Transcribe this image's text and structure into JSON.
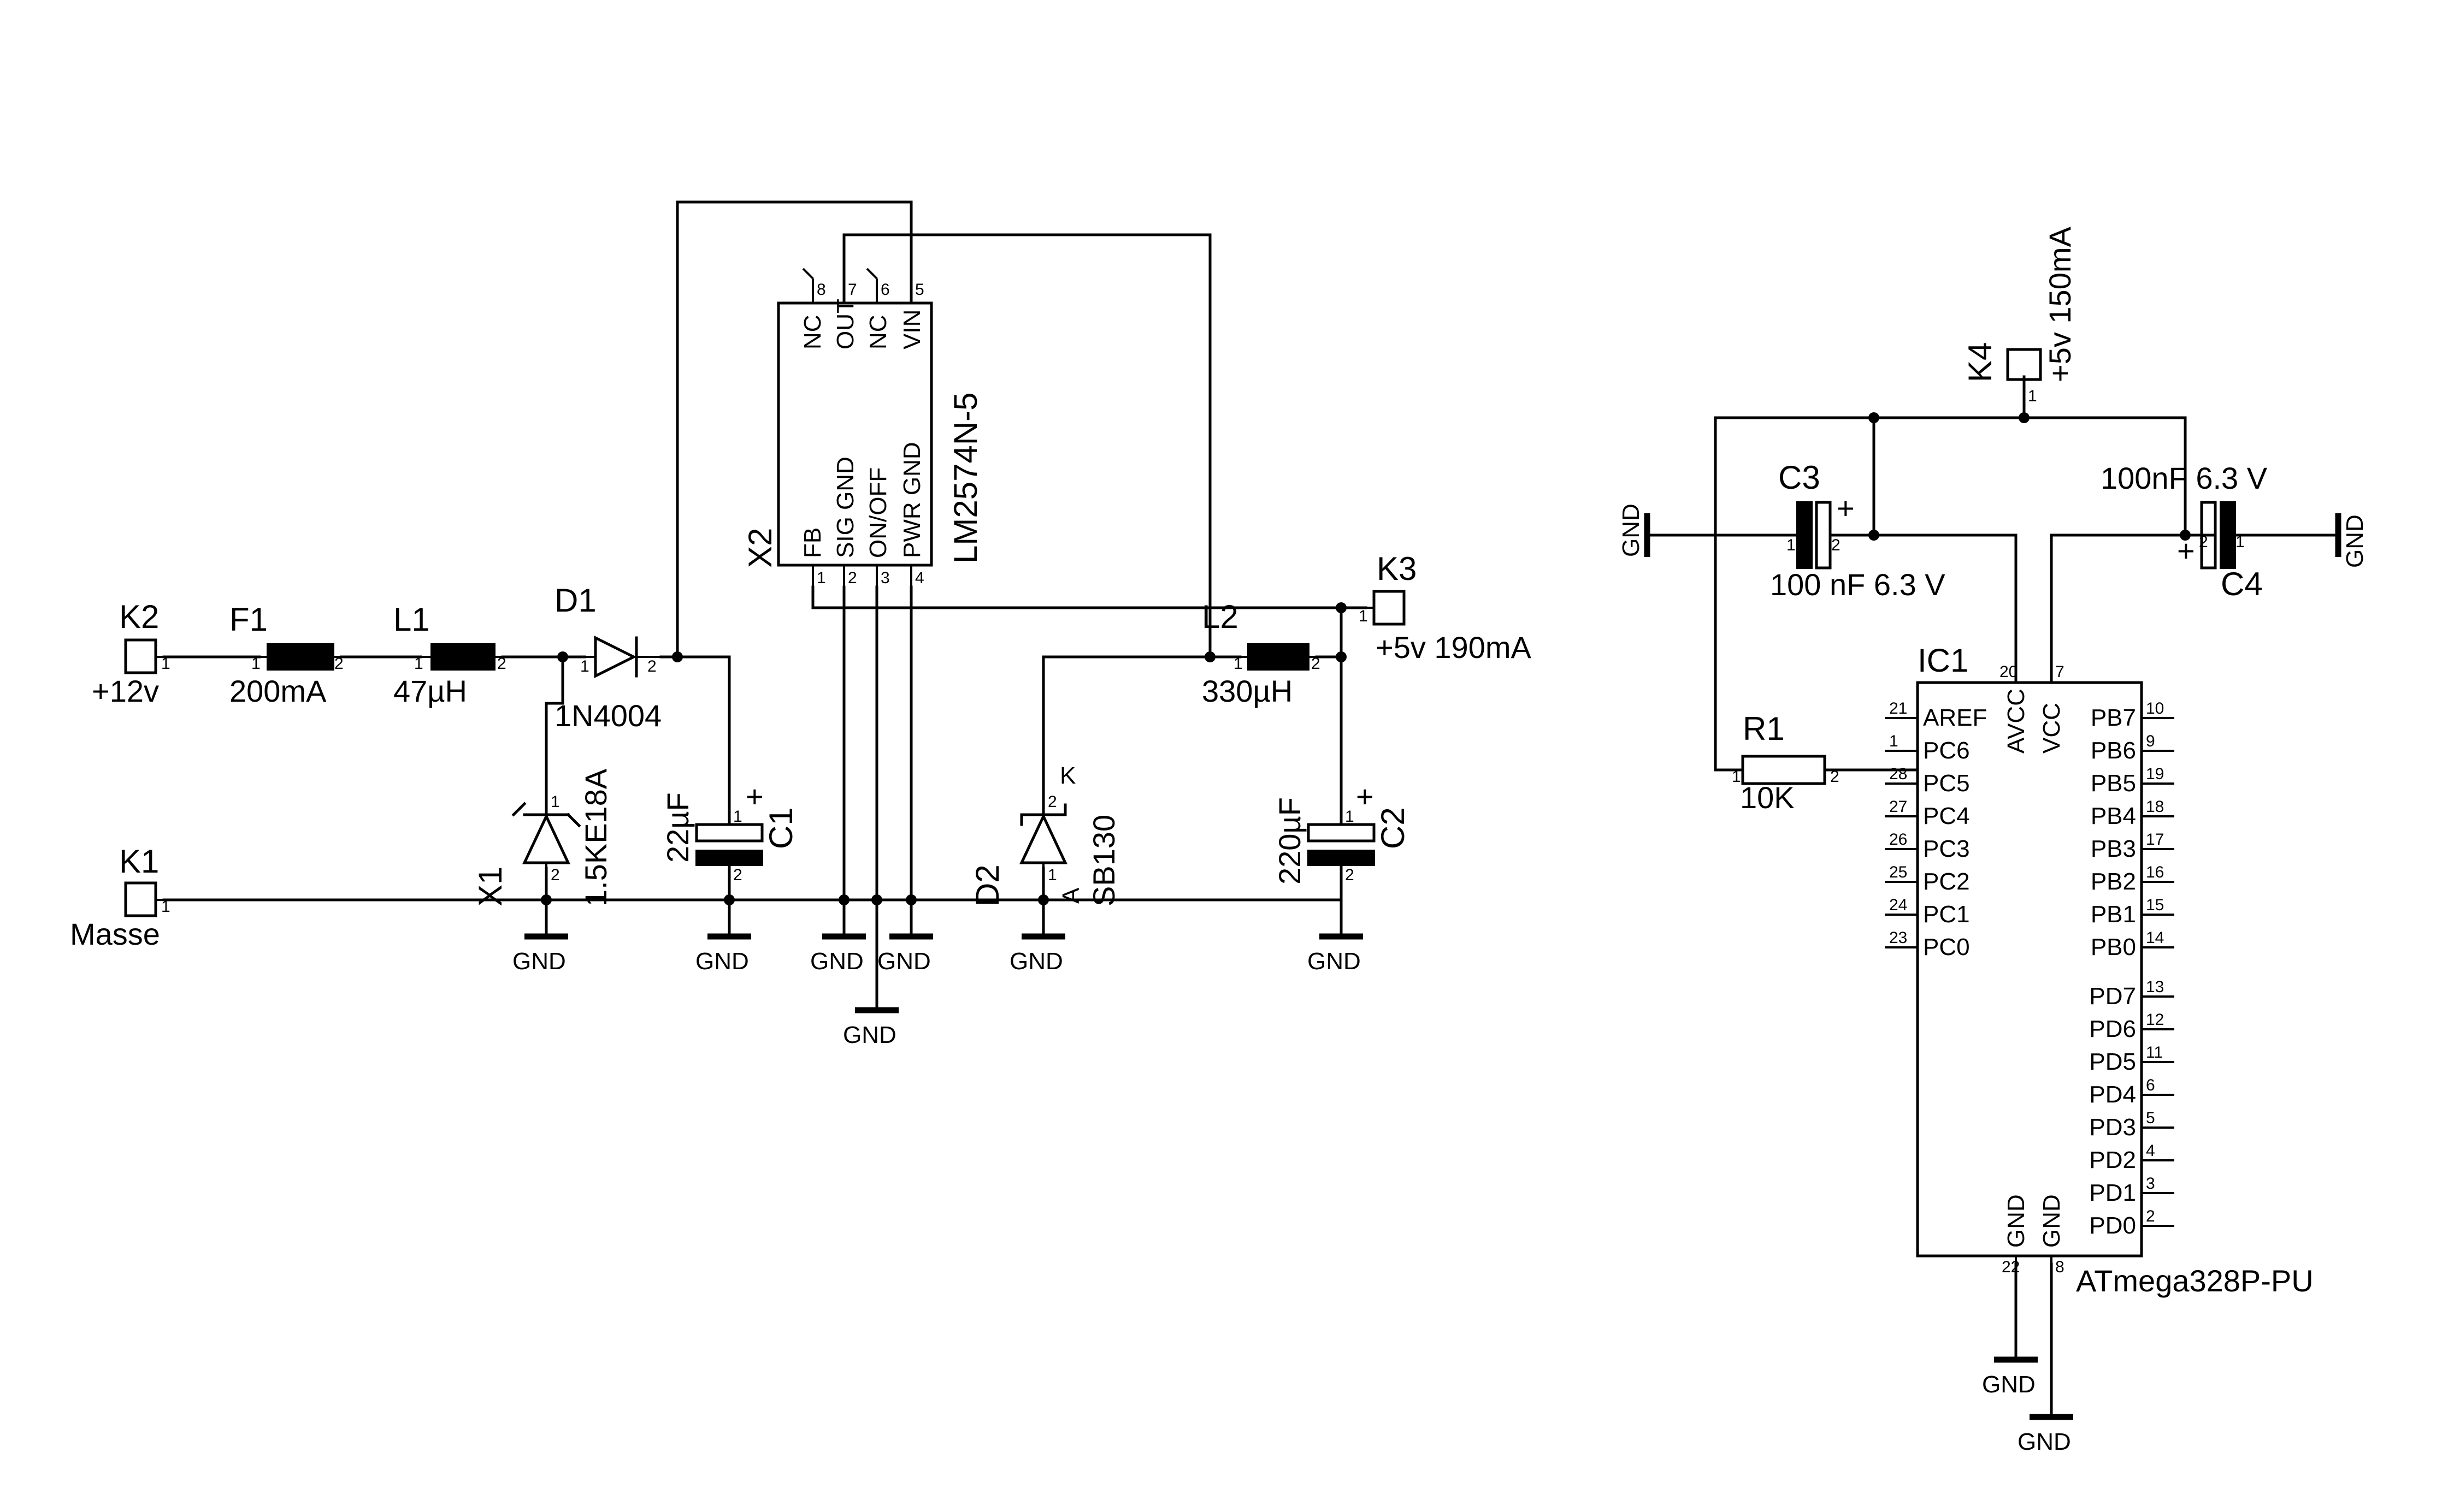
{
  "connectors": [
    {
      "ref": "K2",
      "label": "+12v",
      "pin": "1"
    },
    {
      "ref": "K1",
      "label": "Masse",
      "pin": "1"
    },
    {
      "ref": "K3",
      "label": "+5v 190mA",
      "pin": "1"
    },
    {
      "ref": "K4",
      "label": "+5v 150mA",
      "pin": "1"
    }
  ],
  "parts": {
    "F1": {
      "ref": "F1",
      "value": "200mA"
    },
    "L1": {
      "ref": "L1",
      "value": "47µH"
    },
    "D1": {
      "ref": "D1",
      "value": "1N4004"
    },
    "X1": {
      "ref": "X1",
      "value": "1.5KE18A"
    },
    "C1": {
      "ref": "C1",
      "value": "22µF"
    },
    "D2": {
      "ref": "D2",
      "value": "SB130",
      "k": "K",
      "a": "A"
    },
    "L2": {
      "ref": "L2",
      "value": "330µH"
    },
    "C2": {
      "ref": "C2",
      "value": "220µF"
    },
    "C3": {
      "ref": "C3",
      "value": "100 nF 6.3 V"
    },
    "C4": {
      "ref": "C4",
      "value": "100nF 6.3 V"
    },
    "R1": {
      "ref": "R1",
      "value": "10K"
    },
    "X2": {
      "ref": "X2",
      "value": "LM2574N-5",
      "top_pins": [
        {
          "n": "8",
          "name": "NC"
        },
        {
          "n": "7",
          "name": "OUT"
        },
        {
          "n": "6",
          "name": "NC"
        },
        {
          "n": "5",
          "name": "VIN"
        }
      ],
      "bottom_pins": [
        {
          "n": "1",
          "name": "FB"
        },
        {
          "n": "2",
          "name": "SIG GND"
        },
        {
          "n": "3",
          "name": "ON/OFF"
        },
        {
          "n": "4",
          "name": "PWR GND"
        }
      ]
    },
    "IC1": {
      "ref": "IC1",
      "value": "ATmega328P-PU",
      "left_pins": [
        {
          "n": "21",
          "name": "AREF"
        },
        {
          "n": "1",
          "name": "PC6"
        },
        {
          "n": "28",
          "name": "PC5"
        },
        {
          "n": "27",
          "name": "PC4"
        },
        {
          "n": "26",
          "name": "PC3"
        },
        {
          "n": "25",
          "name": "PC2"
        },
        {
          "n": "24",
          "name": "PC1"
        },
        {
          "n": "23",
          "name": "PC0"
        }
      ],
      "right_pins": [
        {
          "n": "10",
          "name": "PB7"
        },
        {
          "n": "9",
          "name": "PB6"
        },
        {
          "n": "19",
          "name": "PB5"
        },
        {
          "n": "18",
          "name": "PB4"
        },
        {
          "n": "17",
          "name": "PB3"
        },
        {
          "n": "16",
          "name": "PB2"
        },
        {
          "n": "15",
          "name": "PB1"
        },
        {
          "n": "14",
          "name": "PB0"
        },
        {
          "n": "13",
          "name": "PD7"
        },
        {
          "n": "12",
          "name": "PD6"
        },
        {
          "n": "11",
          "name": "PD5"
        },
        {
          "n": "6",
          "name": "PD4"
        },
        {
          "n": "5",
          "name": "PD3"
        },
        {
          "n": "4",
          "name": "PD2"
        },
        {
          "n": "3",
          "name": "PD1"
        },
        {
          "n": "2",
          "name": "PD0"
        }
      ],
      "top_pins": [
        {
          "n": "20",
          "name": "AVCC"
        },
        {
          "n": "7",
          "name": "VCC"
        }
      ],
      "bottom_pins": [
        {
          "n": "22",
          "name": "GND"
        },
        {
          "n": "8",
          "name": "GND"
        }
      ]
    }
  },
  "pin_numbers": {
    "one": "1",
    "two": "2",
    "plus": "+"
  },
  "gnd_label": "GND"
}
